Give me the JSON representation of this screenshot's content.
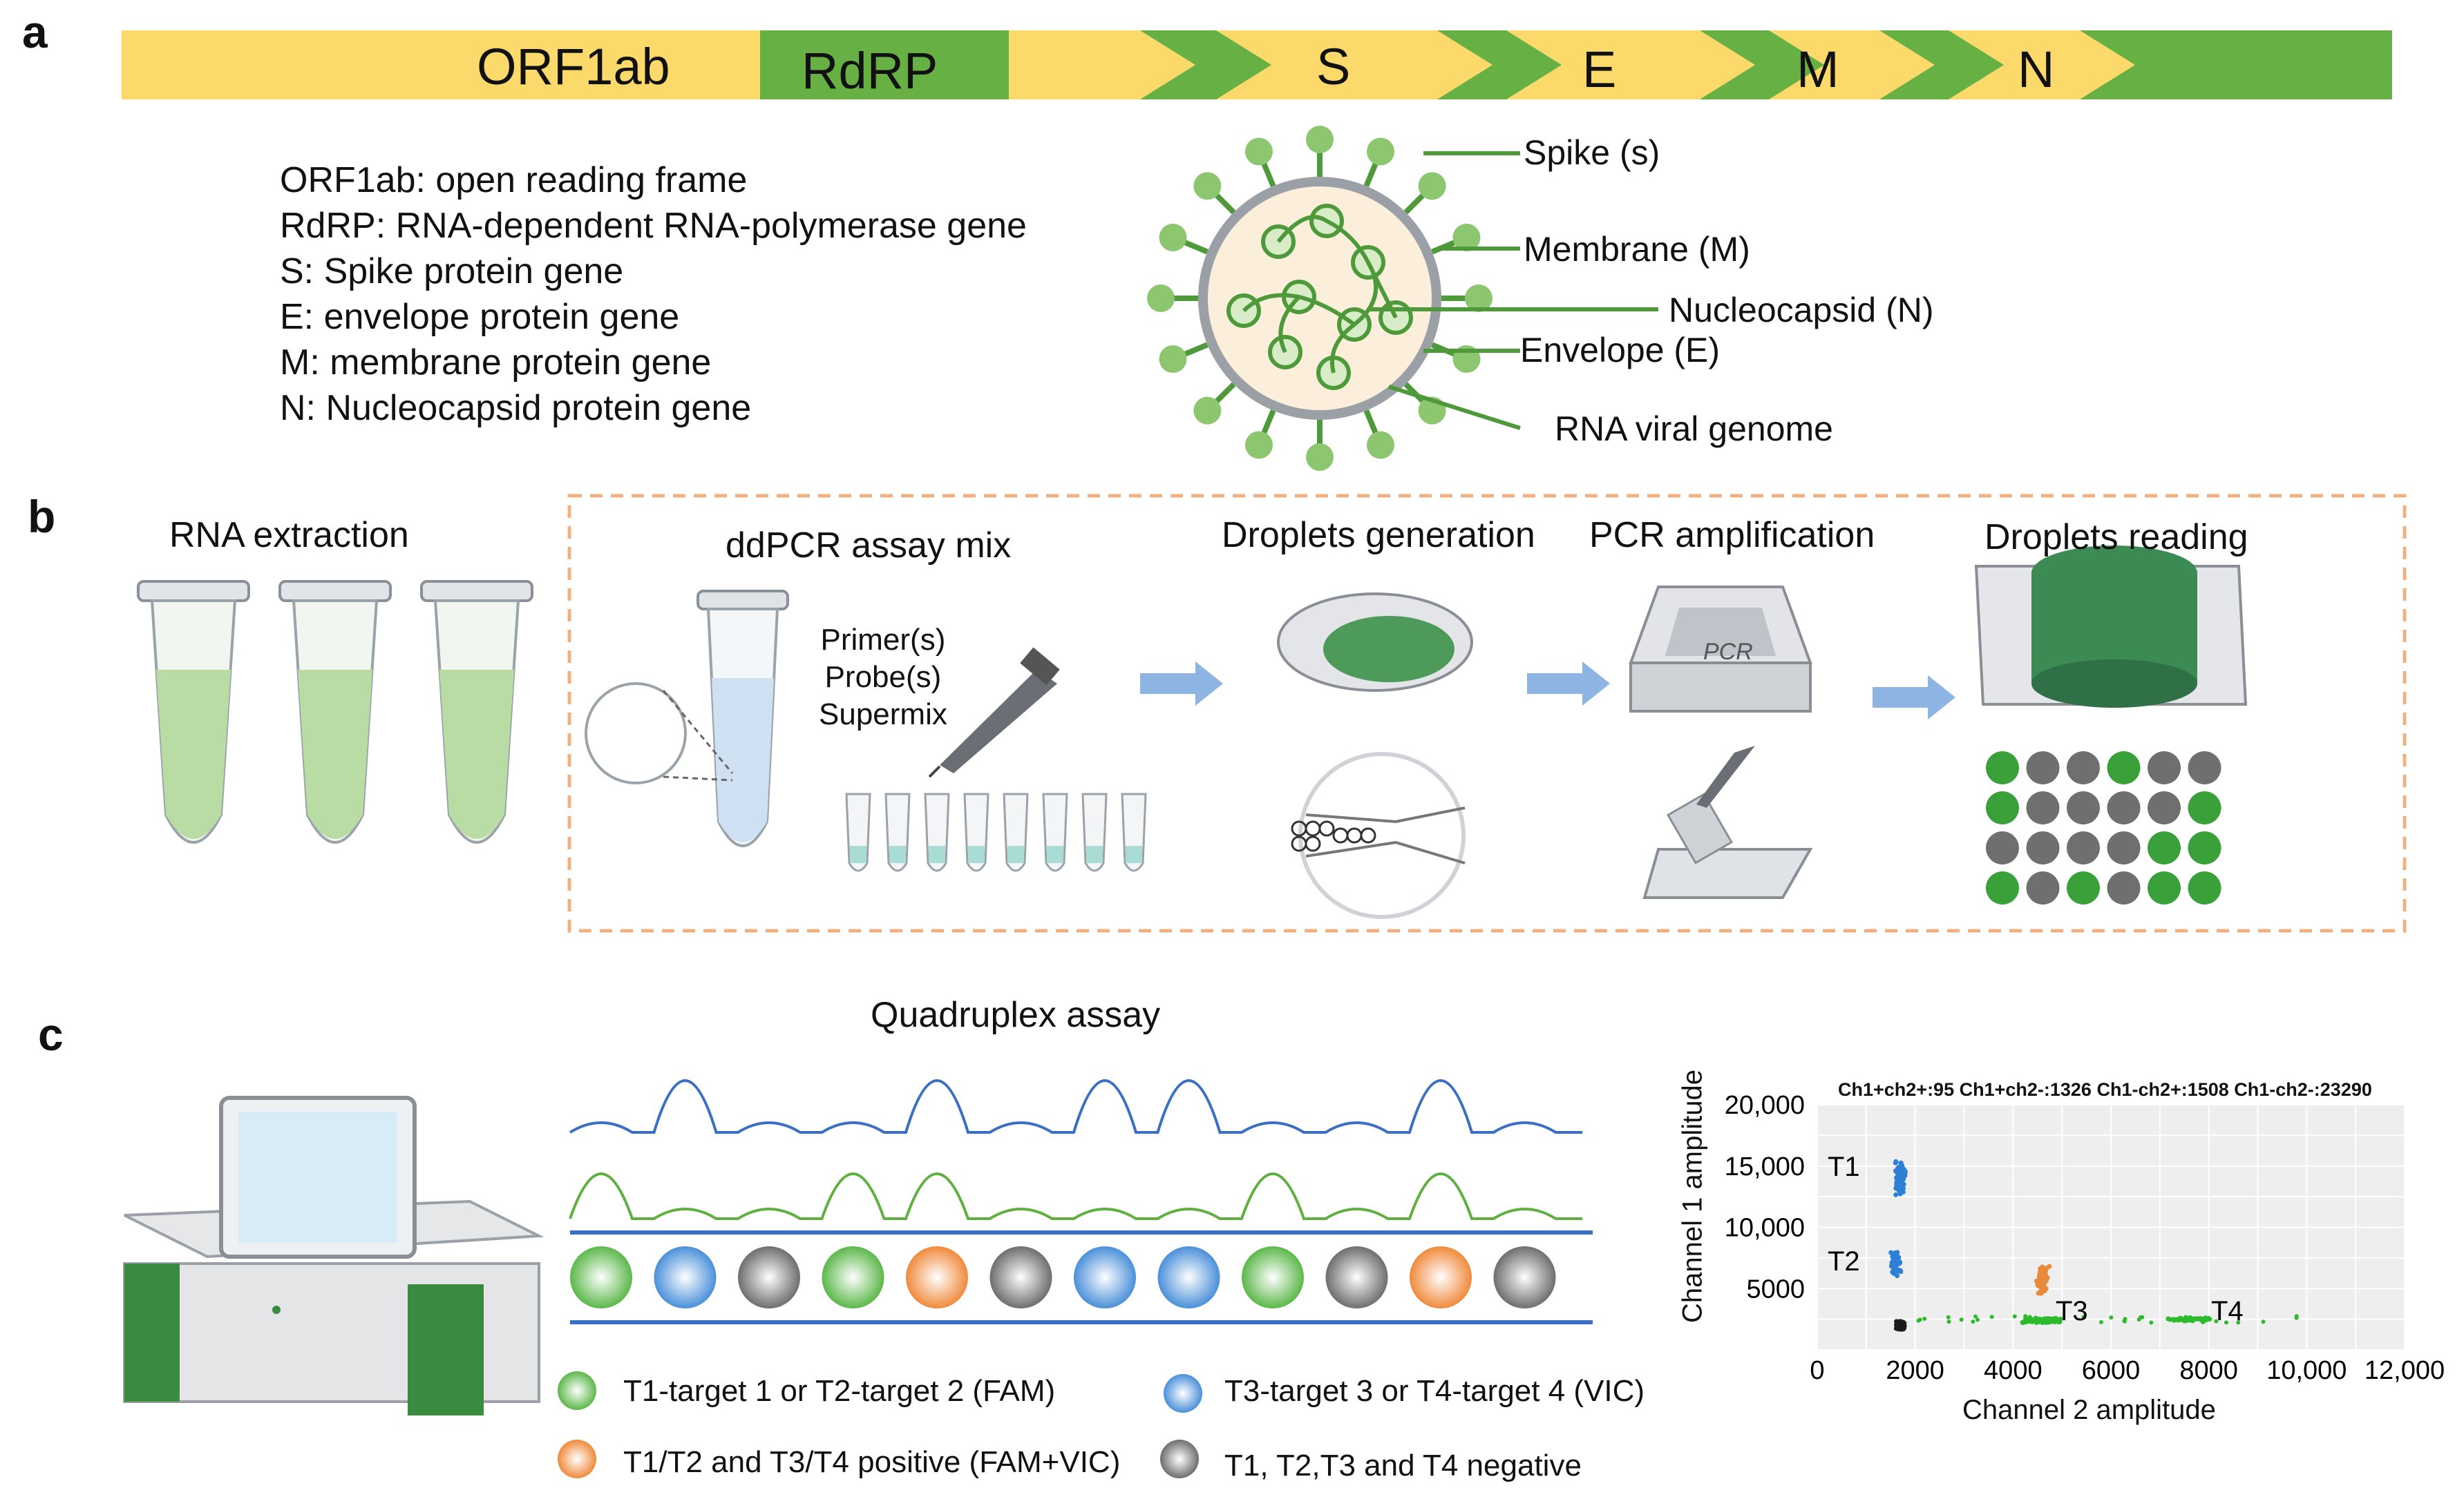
{
  "panels": {
    "a": "a",
    "b": "b",
    "c": "c"
  },
  "genome_bar": {
    "segments": [
      "ORF1ab",
      "RdRP",
      "S",
      "E",
      "M",
      "N"
    ],
    "colors": {
      "yellow": "#fbd96b",
      "green": "#66b044"
    }
  },
  "gene_legend": [
    "ORF1ab: open reading frame",
    "RdRP: RNA-dependent RNA-polymerase gene",
    "S: Spike protein gene",
    "E: envelope protein gene",
    "M: membrane protein gene",
    "N: Nucleocapsid protein gene"
  ],
  "virus_labels": {
    "spike": "Spike (s)",
    "membrane": "Membrane (M)",
    "nucleocapsid": "Nucleocapsid (N)",
    "envelope": "Envelope (E)",
    "genome": "RNA viral genome"
  },
  "workflow": {
    "rna_extraction": "RNA extraction",
    "assay_mix": "ddPCR assay mix",
    "reagents": [
      "Primer(s)",
      "Probe(s)",
      "Supermix"
    ],
    "droplet_generation": "Droplets generation",
    "pcr": "PCR amplification",
    "pcr_label": "PCR",
    "reading": "Droplets reading",
    "droplet_grid": [
      [
        "green",
        "gray",
        "gray",
        "green",
        "gray",
        "gray"
      ],
      [
        "green",
        "gray",
        "gray",
        "gray",
        "gray",
        "green"
      ],
      [
        "gray",
        "gray",
        "gray",
        "gray",
        "green",
        "green"
      ],
      [
        "green",
        "gray",
        "green",
        "gray",
        "green",
        "green"
      ]
    ]
  },
  "quadruplex": {
    "title": "Quadruplex  assay",
    "droplets": [
      "green",
      "blue",
      "gray",
      "green",
      "orange",
      "gray",
      "blue",
      "blue",
      "green",
      "gray",
      "orange",
      "gray"
    ],
    "legend": {
      "fam": "T1-target 1 or T2-target 2 (FAM)",
      "vic": "T3-target 3 or T4-target 4 (VIC)",
      "double": "T1/T2 and T3/T4 positive (FAM+VIC)",
      "negative": "T1, T2,T3 and T4 negative"
    },
    "colors": {
      "green": "#5cb84a",
      "blue": "#4a90d9",
      "gray": "#7a7a7a",
      "orange": "#f08a3c"
    }
  },
  "chart_data": {
    "type": "scatter",
    "title": "Ch1+ch2+:95 Ch1+ch2-:1326 Ch1-ch2+:1508 Ch1-ch2-:23290",
    "xlabel": "Channel 2 amplitude",
    "ylabel": "Channel 1 amplitude",
    "xlim": [
      0,
      12000
    ],
    "ylim": [
      0,
      20000
    ],
    "xticks": [
      "0",
      "2000",
      "4000",
      "6000",
      "8000",
      "10,000",
      "12,000"
    ],
    "yticks": [
      "5000",
      "10,000",
      "15,000",
      "20,000"
    ],
    "grid": true,
    "clusters": [
      {
        "name": "T1",
        "color": "#2e7fd6",
        "x": 1700,
        "y": 14000,
        "count": 1326
      },
      {
        "name": "T2",
        "color": "#2e7fd6",
        "x": 1600,
        "y": 7200,
        "count": 0
      },
      {
        "name": "T3",
        "color": "#2dbb2d",
        "x": 4600,
        "y": 2400,
        "count": 1508
      },
      {
        "name": "T4",
        "color": "#2dbb2d",
        "x": 7600,
        "y": 2500,
        "count": 0
      },
      {
        "name": "",
        "color": "#1a1a1a",
        "x": 1700,
        "y": 2000,
        "count": 23290
      },
      {
        "name": "",
        "color": "#e88a3a",
        "x": 4600,
        "y": 5600,
        "count": 95
      }
    ],
    "cluster_labels": [
      "T1",
      "T2",
      "T3",
      "T4"
    ]
  }
}
